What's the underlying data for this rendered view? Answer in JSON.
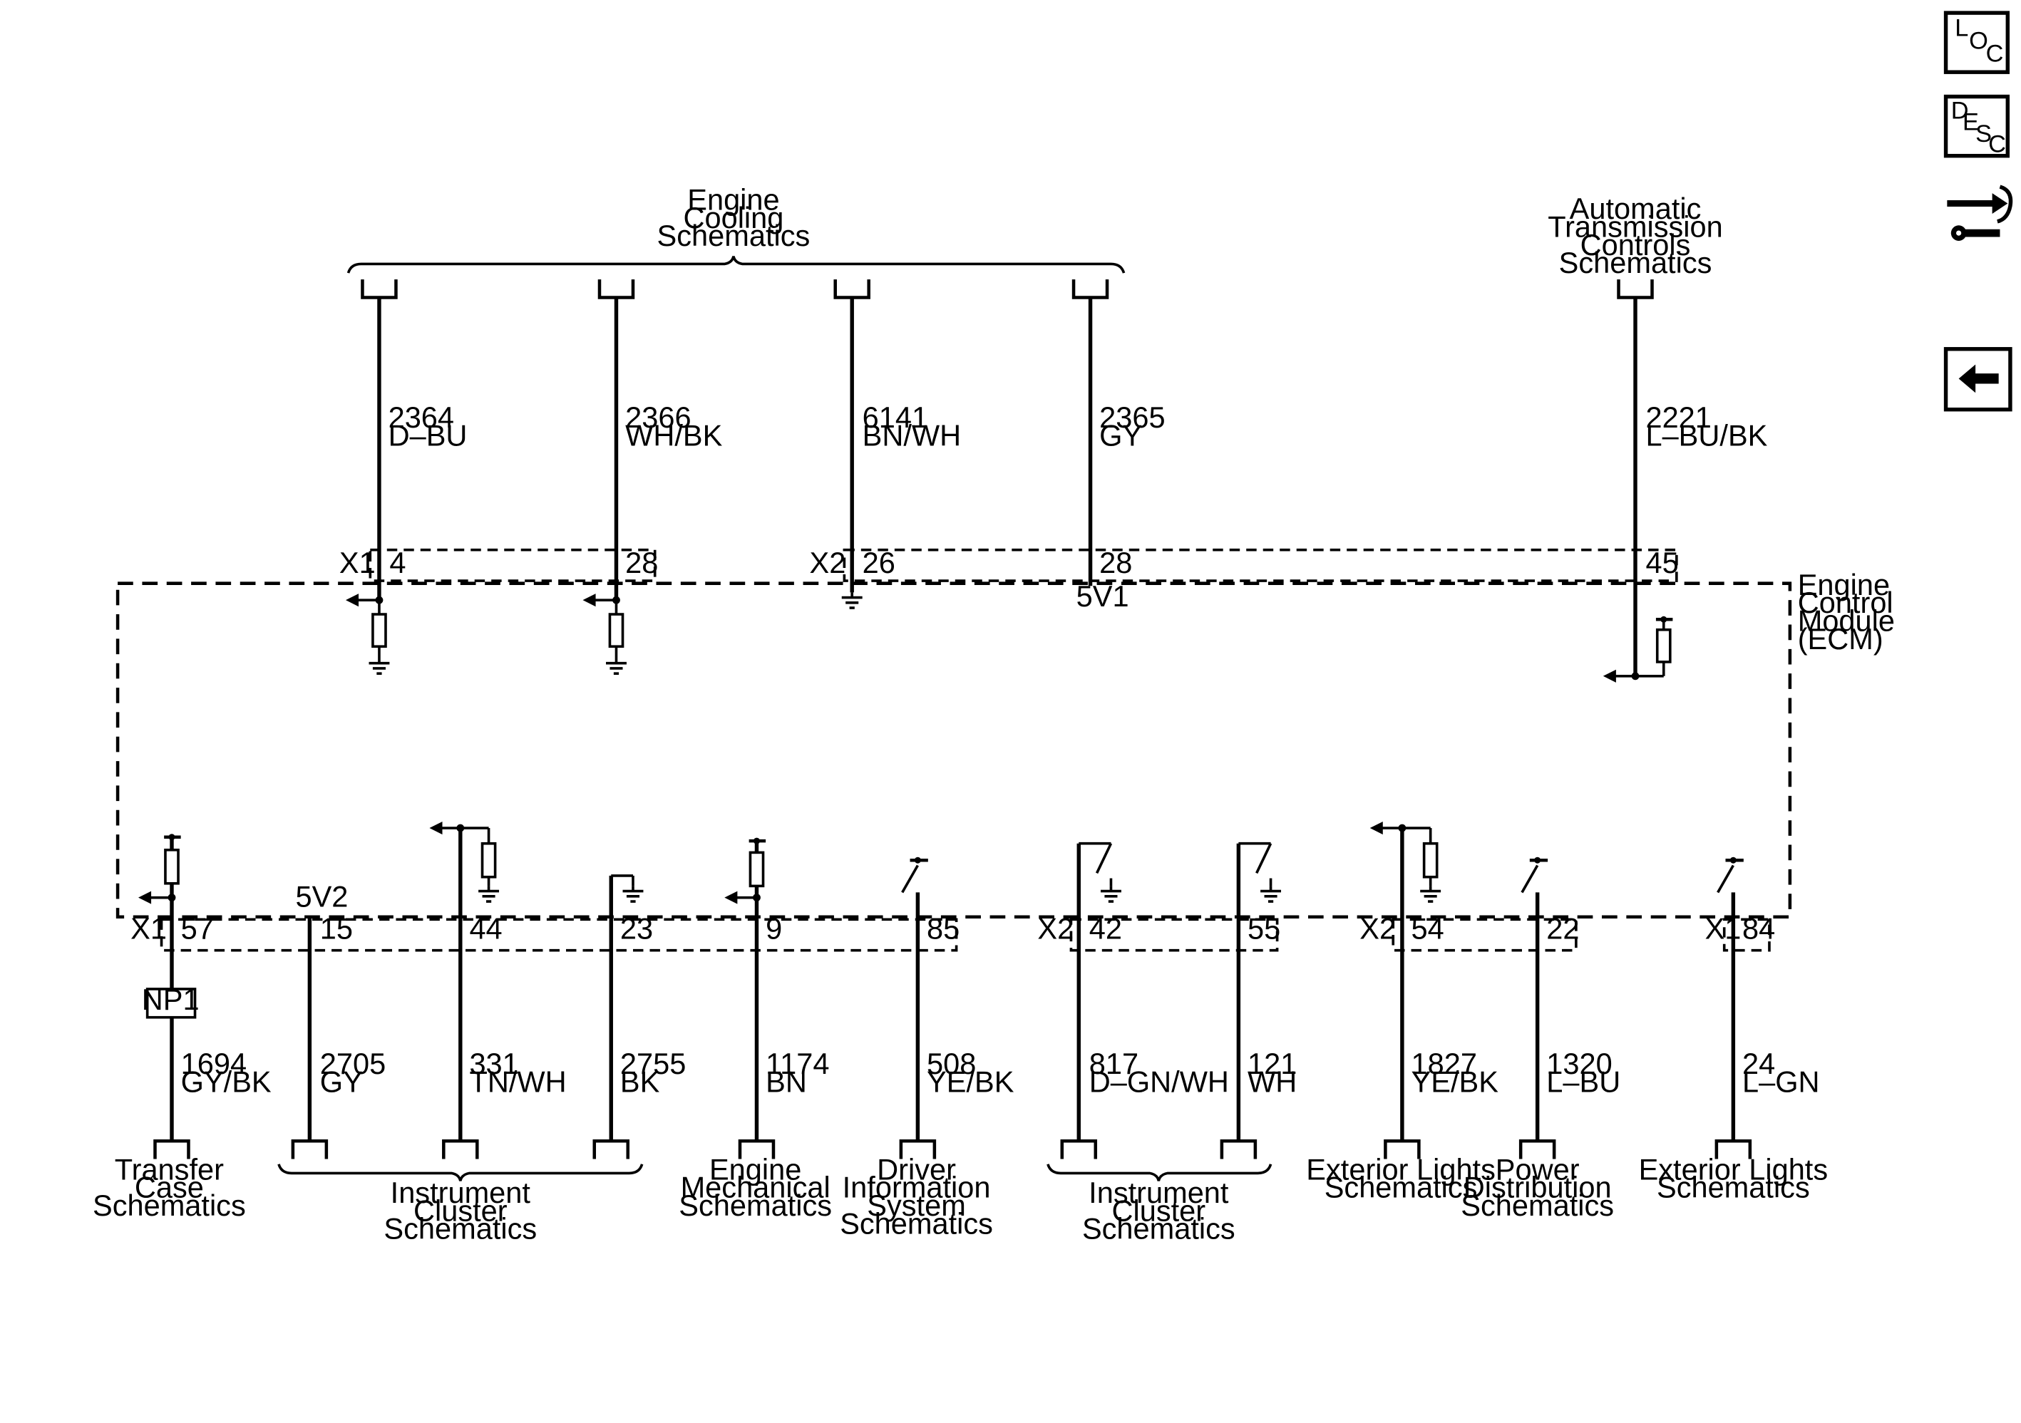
{
  "nav": {
    "loc_letters": [
      "L",
      "O",
      "C"
    ],
    "desc_letters": [
      "D",
      "E",
      "S",
      "C"
    ],
    "icons": [
      "loc-icon",
      "desc-icon",
      "connector-tool-icon",
      "back-arrow-icon"
    ]
  },
  "module": {
    "name_lines": [
      "Engine",
      "Control",
      "Module",
      "(ECM)"
    ]
  },
  "top_groups": {
    "engine_cooling": [
      "Engine",
      "Cooling",
      "Schematics"
    ],
    "trans_controls": [
      "Automatic",
      "Transmission",
      "Controls",
      "Schematics"
    ]
  },
  "top_wires": [
    {
      "circuit": "2364",
      "color": "D–BU",
      "pin": "4"
    },
    {
      "circuit": "2366",
      "color": "WH/BK",
      "pin": "28"
    },
    {
      "circuit": "6141",
      "color": "BN/WH",
      "pin": "26"
    },
    {
      "circuit": "2365",
      "color": "GY",
      "pin": "28"
    },
    {
      "circuit": "2221",
      "color": "L–BU/BK",
      "pin": "45"
    }
  ],
  "top_connectors": {
    "x1": "X1",
    "x2": "X2"
  },
  "ref_5v1": "5V1",
  "ref_5v2": "5V2",
  "bottom_connectors": {
    "x1_a": "X1",
    "x2_a": "X2",
    "x2_b": "X2",
    "x1_b": "X1"
  },
  "np1": "NP1",
  "bottom_wires": [
    {
      "circuit": "1694",
      "color": "GY/BK",
      "pin": "57"
    },
    {
      "circuit": "2705",
      "color": "GY",
      "pin": "15"
    },
    {
      "circuit": "331",
      "color": "TN/WH",
      "pin": "44"
    },
    {
      "circuit": "2755",
      "color": "BK",
      "pin": "23"
    },
    {
      "circuit": "1174",
      "color": "BN",
      "pin": "9"
    },
    {
      "circuit": "508",
      "color": "YE/BK",
      "pin": "85"
    },
    {
      "circuit": "817",
      "color": "D–GN/WH",
      "pin": "42"
    },
    {
      "circuit": "121",
      "color": "WH",
      "pin": "55"
    },
    {
      "circuit": "1827",
      "color": "YE/BK",
      "pin": "54"
    },
    {
      "circuit": "1320",
      "color": "L–BU",
      "pin": "22"
    },
    {
      "circuit": "24",
      "color": "L–GN",
      "pin": "84"
    }
  ],
  "bottom_schematics": {
    "transfer_case": [
      "Transfer",
      "Case",
      "Schematics"
    ],
    "instrument_cluster_1": [
      "Instrument",
      "Cluster",
      "Schematics"
    ],
    "engine_mechanical": [
      "Engine",
      "Mechanical",
      "Schematics"
    ],
    "driver_info": [
      "Driver",
      "Information",
      "System",
      "Schematics"
    ],
    "instrument_cluster_2": [
      "Instrument",
      "Cluster",
      "Schematics"
    ],
    "exterior_lights_1": [
      "Exterior Lights",
      "Schematics"
    ],
    "power_distribution": [
      "Power",
      "Distribution",
      "Schematics"
    ],
    "exterior_lights_2": [
      "Exterior Lights",
      "Schematics"
    ]
  }
}
